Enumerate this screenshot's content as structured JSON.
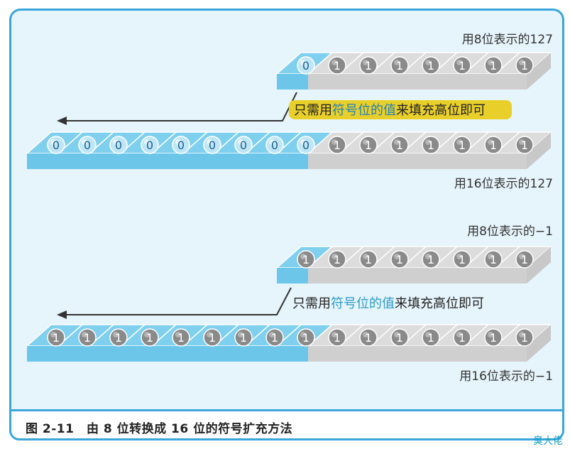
{
  "labels": {
    "top8": "用8位表示的127",
    "top16": "用16位表示的127",
    "bottom8": "用8位表示的−1",
    "bottom16": "用16位表示的−1"
  },
  "notes": {
    "top": {
      "prefix": "只需用",
      "highlight": "符号位的值",
      "suffix": "来填充高位即可"
    },
    "bottom": {
      "prefix": "只需用",
      "highlight": "符号位的值",
      "suffix": "来填充高位即可"
    }
  },
  "rows": {
    "top8": [
      "0",
      "1",
      "1",
      "1",
      "1",
      "1",
      "1",
      "1"
    ],
    "top16": [
      "0",
      "0",
      "0",
      "0",
      "0",
      "0",
      "0",
      "0",
      "0",
      "1",
      "1",
      "1",
      "1",
      "1",
      "1",
      "1"
    ],
    "bottom8": [
      "1",
      "1",
      "1",
      "1",
      "1",
      "1",
      "1",
      "1"
    ],
    "bottom16": [
      "1",
      "1",
      "1",
      "1",
      "1",
      "1",
      "1",
      "1",
      "1",
      "1",
      "1",
      "1",
      "1",
      "1",
      "1",
      "1"
    ]
  },
  "caption": "图 2-11　由 8 位转换成 16 位的符号扩充方法",
  "watermark": "臭大佬",
  "colors": {
    "border": "#3aa6dc",
    "background": "#e6f4fb",
    "blue_cell": "#7fd0ee",
    "gray_cell": "#dcdcdc",
    "note_highlight": "#e8cf2a",
    "note_accent_text": "#2a9ac8"
  }
}
